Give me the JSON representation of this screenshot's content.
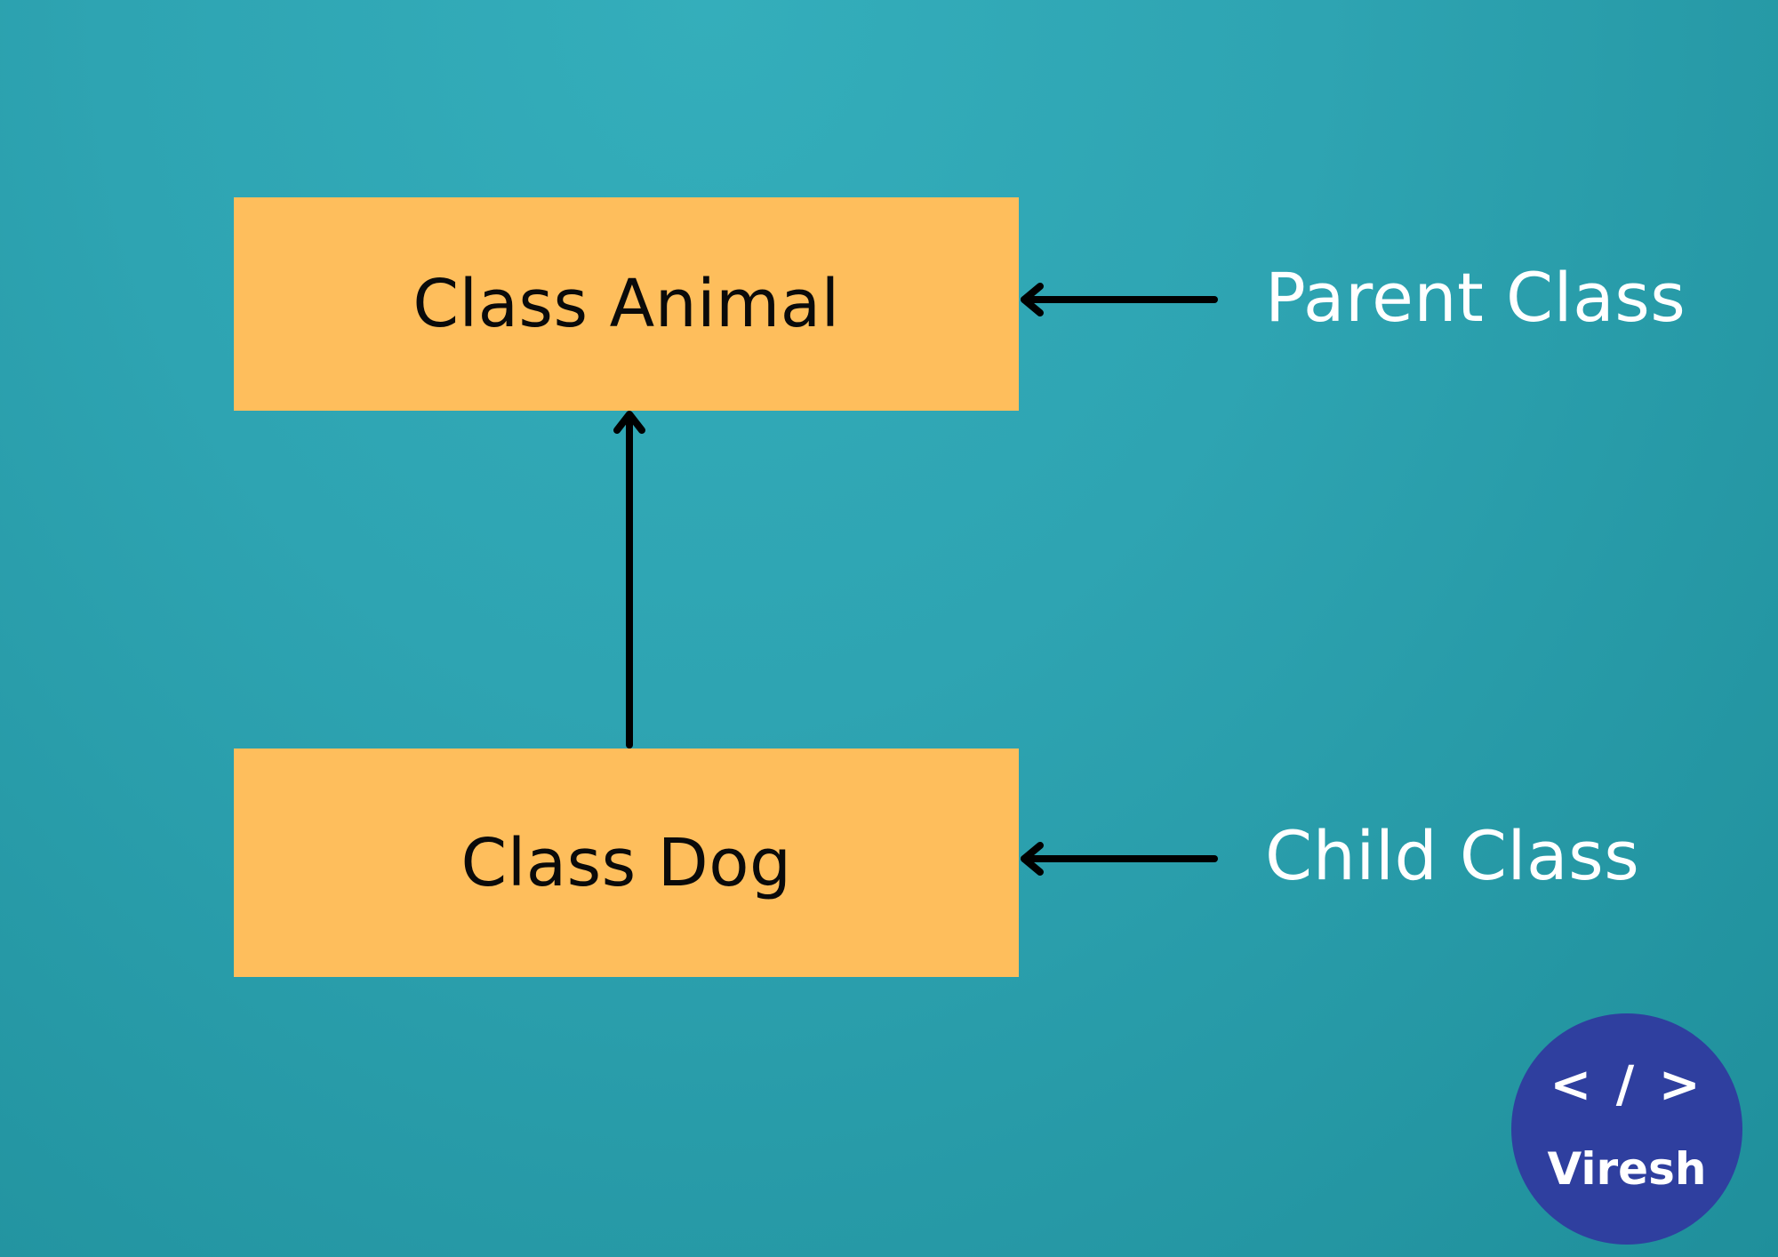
{
  "diagram": {
    "nodes": [
      {
        "id": "animal",
        "label": "Class Animal",
        "role": "Parent Class"
      },
      {
        "id": "dog",
        "label": "Class Dog",
        "role": "Child Class"
      }
    ],
    "edges": [
      {
        "from": "dog",
        "to": "animal",
        "type": "inheritance-arrow"
      }
    ]
  },
  "logo": {
    "code_symbol": "< / >",
    "name": "Viresh"
  },
  "colors": {
    "background": "#2ea4b2",
    "box_fill": "#febe5c",
    "box_text": "#0a0a0a",
    "annotation_text": "#ffffff",
    "arrow": "#000000",
    "logo_fill": "#2f3f9f"
  }
}
